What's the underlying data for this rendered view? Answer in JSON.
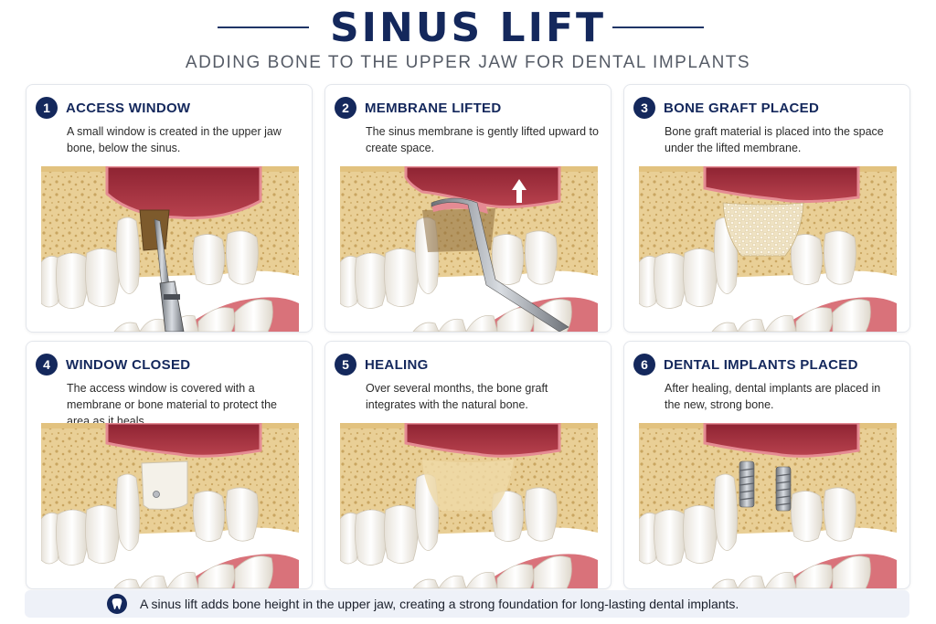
{
  "header": {
    "title": "SINUS LIFT",
    "subtitle": "ADDING BONE TO THE UPPER JAW FOR DENTAL IMPLANTS"
  },
  "steps": [
    {
      "number": "1",
      "title": "ACCESS WINDOW",
      "description": "A small window is created in the upper jaw bone, below the sinus."
    },
    {
      "number": "2",
      "title": "MEMBRANE LIFTED",
      "description": "The sinus membrane is gently lifted upward to create space."
    },
    {
      "number": "3",
      "title": "BONE GRAFT PLACED",
      "description": "Bone graft material is placed into the space under the lifted membrane."
    },
    {
      "number": "4",
      "title": "WINDOW CLOSED",
      "description": "The access window is covered with a membrane or bone material to protect the area as it heals."
    },
    {
      "number": "5",
      "title": "HEALING",
      "description": "Over several months, the bone graft integrates with the natural bone."
    },
    {
      "number": "6",
      "title": "DENTAL IMPLANTS PLACED",
      "description": "After healing, dental implants are placed in the new, strong bone."
    }
  ],
  "footer": {
    "icon": "tooth-icon",
    "text": "A sinus lift adds bone height in the upper jaw, creating a strong foundation for long-lasting dental implants."
  },
  "colors": {
    "navy": "#14285c",
    "bone": "#e9cf96",
    "sinus": "#a8313f",
    "gum": "#d9727a",
    "tooth": "#f7f4ee"
  }
}
